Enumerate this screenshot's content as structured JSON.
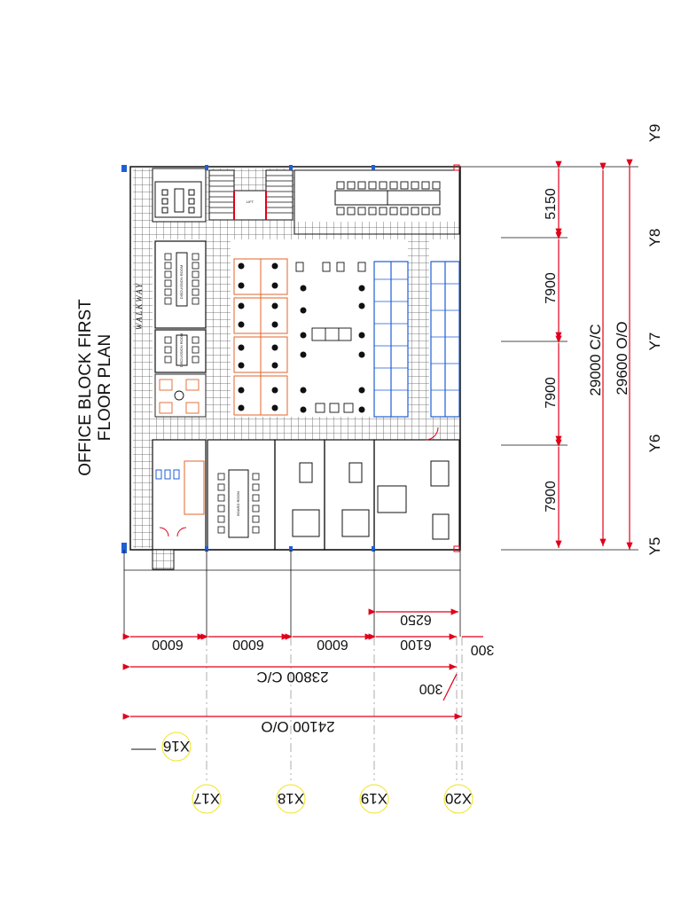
{
  "title": {
    "line1": "OFFICE BLOCK FIRST",
    "line2": "FLOOR PLAN"
  },
  "y_axes": {
    "labels": [
      "Y9",
      "Y8",
      "Y7",
      "Y6",
      "Y5"
    ],
    "spacings": [
      "5150",
      "7900",
      "7900",
      "7900"
    ],
    "overall_cc": "29000 C/C",
    "overall_oo": "29600 O/O"
  },
  "x_axes": {
    "labels": [
      "X16",
      "X17",
      "X18",
      "X19",
      "X20"
    ],
    "spacings": [
      "6000",
      "6000",
      "6000",
      "6100"
    ],
    "partial": "6250",
    "edge_offset": "300",
    "edge_offset_b": "300",
    "overall_cc": "23800 C/C",
    "overall_oo": "24100 O/O"
  },
  "rooms": {
    "walkway": "WALKWAY",
    "discussion_room_a": "DISCUSSION ROOM",
    "discussion_room_b": "DISCUSSION ROOM",
    "board_room": "BOARD ROOM",
    "lift": "LIFT"
  },
  "colors": {
    "line": "#111111",
    "dim_red": "#e0001b",
    "partition_blue": "#1f5fd6",
    "furniture_orange": "#e0642a",
    "grid_yellow": "#f2e21c"
  }
}
